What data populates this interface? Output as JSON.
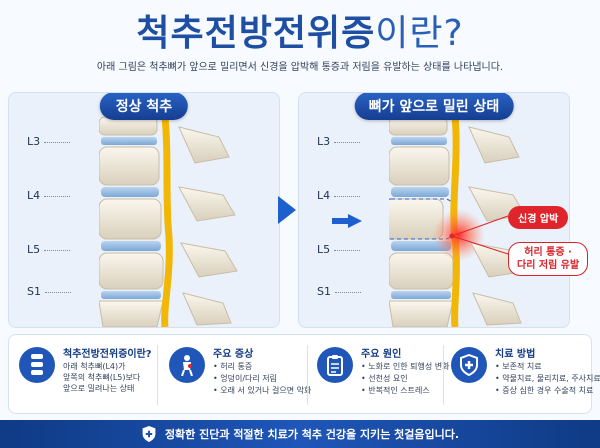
{
  "header": {
    "title_bold": "척추전방전위증",
    "title_light": "이란?",
    "subtitle": "아래 그림은 척추뼈가 앞으로 밀리면서 신경을 압박해 통증과 저림을 유발하는 상태를 나타냅니다."
  },
  "left_panel": {
    "heading": "정상 척추",
    "levels": [
      "L3",
      "L4",
      "L5",
      "S1"
    ]
  },
  "right_panel": {
    "heading": "뼈가 앞으로 밀린 상태",
    "levels": [
      "L3",
      "L4",
      "L5",
      "S1"
    ],
    "badge_nerve": "신경 압박",
    "badge_pain_line1": "허리 통증 ·",
    "badge_pain_line2": "다리 저림 유발"
  },
  "info": {
    "what": {
      "title": "척추전방전위증이란?",
      "lines": [
        "아래 척추뼈(L4)가",
        "앞쪽의 척추뼈(L5)보다",
        "앞으로 밀려나는 상태"
      ],
      "icon": "spine-icon"
    },
    "symptoms": {
      "title": "주요 증상",
      "items": [
        "허리 통증",
        "엉덩이/다리 저림",
        "오래 서 있거나 걸으면 악화"
      ],
      "icon": "back-pain-icon"
    },
    "causes": {
      "title": "주요 원인",
      "items": [
        "노화로 인한 퇴행성 변화",
        "선천성 요인",
        "반복적인 스트레스"
      ],
      "icon": "clipboard-icon"
    },
    "treatment": {
      "title": "치료 방법",
      "items": [
        "보존적 치료",
        "약물치료, 물리치료, 주사치료",
        "증상 심한 경우 수술적 치료"
      ],
      "icon": "shield-cross-icon"
    }
  },
  "footer": {
    "text": "정확한 진단과 적절한 치료가 척추 건강을 지키는 첫걸음입니다.",
    "icon": "shield-cross-icon"
  },
  "colors": {
    "primary": "#1e4fa3",
    "accent_red": "#e0242b",
    "nerve_yellow": "#f2b705"
  }
}
